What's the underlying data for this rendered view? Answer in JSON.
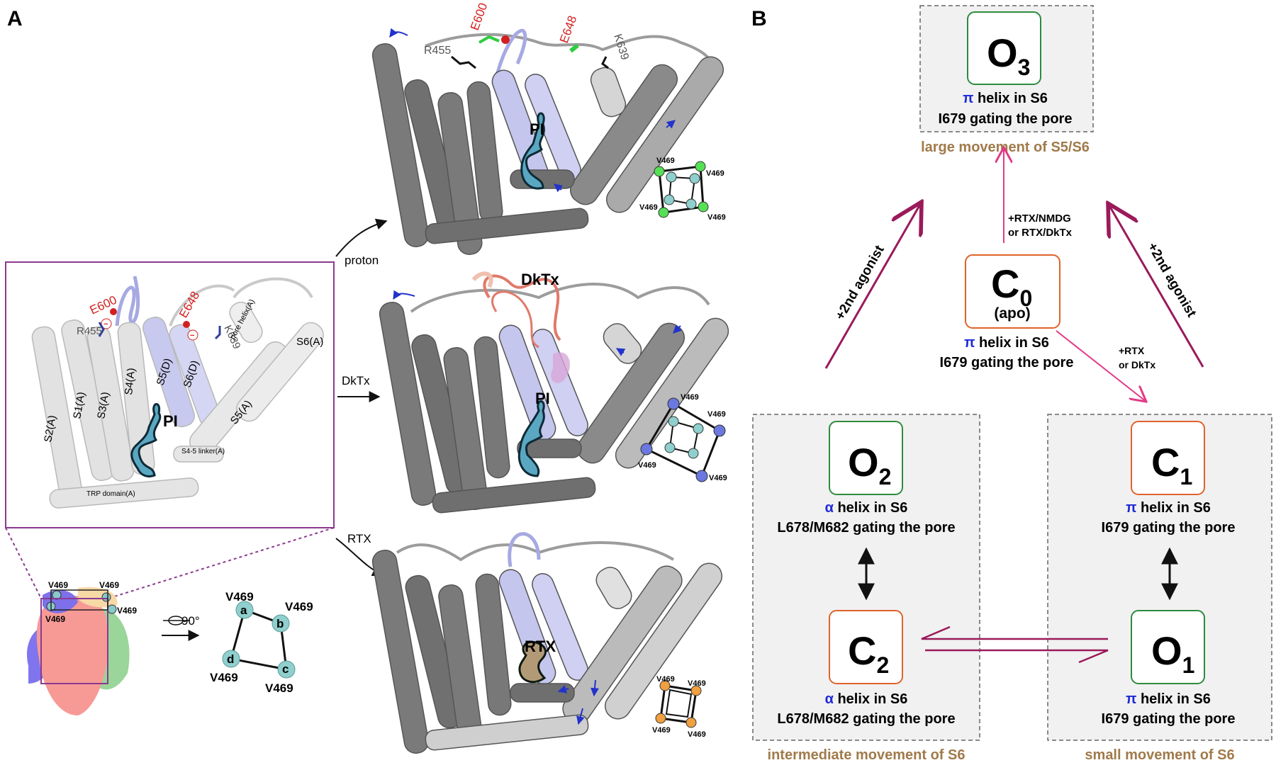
{
  "panels": {
    "a": "A",
    "b": "B"
  },
  "panel_a": {
    "inset": {
      "residues": {
        "e600": "E600",
        "e648": "E648",
        "r455": "R455",
        "k639": "K639"
      },
      "segments": {
        "s2a": "S2(A)",
        "s1a": "S1(A)",
        "s3a": "S3(A)",
        "s4a": "S4(A)",
        "s5d": "S5(D)",
        "s6d": "S6(D)",
        "pore_helix": "pore helix(A)",
        "s5a": "S5(A)",
        "s6a": "S6(A)",
        "linker": "S4-5 linker(A)",
        "trp": "TRP domain(A)"
      },
      "ligand": "PI"
    },
    "tetramer": {
      "residue": "V469",
      "rotation": "90°"
    },
    "square": {
      "residue": "V469",
      "letters": {
        "a": "a",
        "b": "b",
        "c": "c",
        "d": "d"
      }
    },
    "conditions": {
      "proton": "proton",
      "dktx": "DkTx",
      "rtx": "RTX"
    },
    "structures": {
      "proton": {
        "residues": {
          "r455": "R455",
          "e600": "E600",
          "e648": "E648",
          "k639": "K639"
        },
        "ligand": "PI"
      },
      "dktx": {
        "toxin": "DkTx",
        "ligand": "PI"
      },
      "rtx": {
        "ligand": "RTX"
      }
    }
  },
  "panel_b": {
    "states": {
      "o3": {
        "base": "O",
        "sub": "3",
        "line1_greek": "π",
        "line1_rest": " helix in S6",
        "line2": "I679 gating the pore"
      },
      "c0": {
        "base": "C",
        "sub": "0",
        "extra": "(apo)",
        "line1_greek": "π",
        "line1_rest": " helix in S6",
        "line2": "I679 gating the pore"
      },
      "o2": {
        "base": "O",
        "sub": "2",
        "line1_greek": "α",
        "line1_rest": " helix in S6",
        "line2": "L678/M682 gating the pore"
      },
      "c2": {
        "base": "C",
        "sub": "2",
        "line1_greek": "α",
        "line1_rest": " helix in S6",
        "line2": "L678/M682 gating the pore"
      },
      "c1": {
        "base": "C",
        "sub": "1",
        "line1_greek": "π",
        "line1_rest": " helix in S6",
        "line2": "I679 gating the pore"
      },
      "o1": {
        "base": "O",
        "sub": "1",
        "line1_greek": "π",
        "line1_rest": " helix in S6",
        "line2": "I679 gating the pore"
      }
    },
    "captions": {
      "large": "large movement of S5/S6",
      "intermediate": "intermediate movement of S6",
      "small": "small movement of S6"
    },
    "arrow_labels": {
      "left_agonist": "+2nd agonist",
      "right_agonist": "+2nd agonist",
      "center_line1": "+RTX/NMDG",
      "center_line2": "or RTX/DkTx",
      "c0c1_line1": "+RTX",
      "c0c1_line2": "or DkTx"
    }
  },
  "colors": {
    "purple_frame": "#8b3a8f",
    "open_state": "#2e8b3e",
    "closed_state": "#e0632a",
    "caption": "#a07a4a",
    "greek": "#1f2ad8",
    "agonist_arrow": "#9a1a5a",
    "pink_arrow": "#e23a86",
    "residue_red": "#d22020",
    "ligand_blue": "#5aa7c2",
    "rtx_brown": "#b39a77",
    "helix_dark": "#6c6c6c",
    "helix_light": "#d4d4d4",
    "helix_lavender": "#a7a9e2"
  }
}
